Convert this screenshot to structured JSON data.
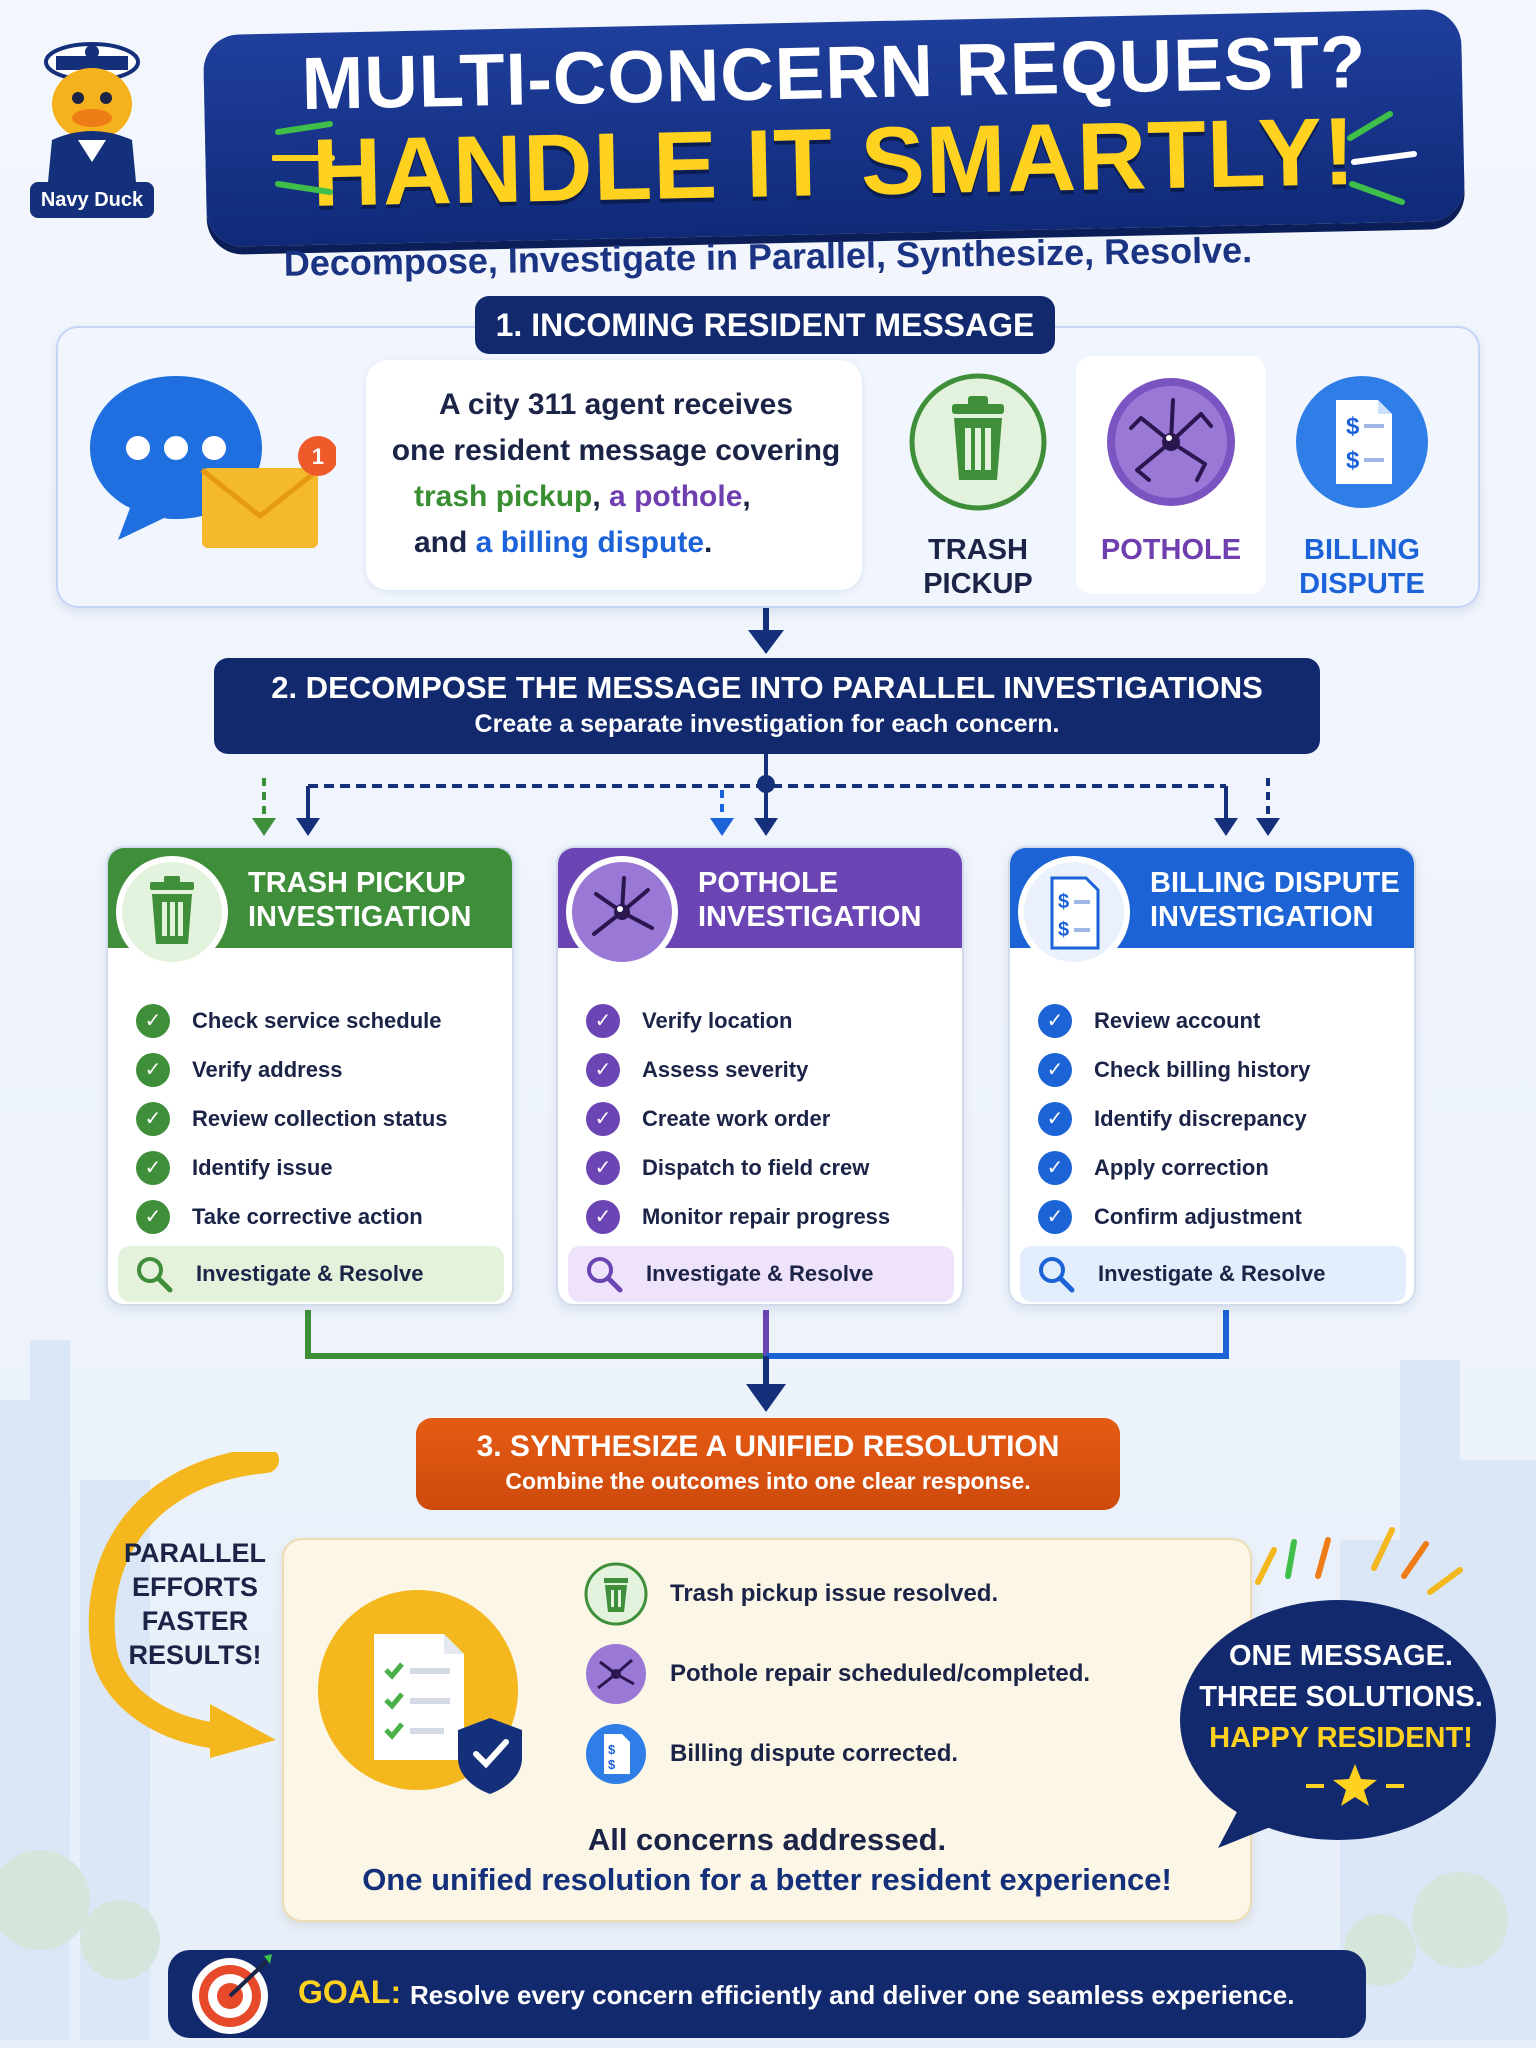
{
  "mascot": {
    "label": "Navy Duck"
  },
  "banner": {
    "title_line1": "MULTI-CONCERN REQUEST?",
    "title_line2": "HANDLE IT SMARTLY!"
  },
  "subtitle": "Decompose, Investigate in Parallel, Synthesize, Resolve.",
  "section1": {
    "header": "1. INCOMING RESIDENT MESSAGE",
    "message": {
      "line1": "A city 311 agent receives",
      "line2": "one resident message covering",
      "trash": "trash pickup",
      "sep1": ", ",
      "pothole": "a pothole",
      "sep2": ",",
      "and": "and ",
      "billing": "a billing dispute",
      "end": "."
    },
    "concerns": [
      {
        "label_line1": "TRASH",
        "label_line2": "PICKUP",
        "color": "#1b2447"
      },
      {
        "label_line1": "POTHOLE",
        "label_line2": "",
        "color": "#6f3fb0"
      },
      {
        "label_line1": "BILLING",
        "label_line2": "DISPUTE",
        "color": "#1c62d8"
      }
    ],
    "notification_count": "1"
  },
  "section2": {
    "header": "2. DECOMPOSE THE MESSAGE INTO PARALLEL INVESTIGATIONS",
    "subheader": "Create a separate investigation for each concern."
  },
  "investigations": [
    {
      "title_line1": "TRASH PICKUP",
      "title_line2": "INVESTIGATION",
      "color": "#3f8f3a",
      "steps": [
        "Check service schedule",
        "Verify address",
        "Review collection status",
        "Identify issue",
        "Take corrective action"
      ],
      "action": "Investigate & Resolve"
    },
    {
      "title_line1": "POTHOLE",
      "title_line2": "INVESTIGATION",
      "color": "#6b45b4",
      "steps": [
        "Verify location",
        "Assess severity",
        "Create work order",
        "Dispatch to field crew",
        "Monitor repair progress"
      ],
      "action": "Investigate & Resolve"
    },
    {
      "title_line1": "BILLING DISPUTE",
      "title_line2": "INVESTIGATION",
      "color": "#1c64d6",
      "steps": [
        "Review account",
        "Check billing history",
        "Identify discrepancy",
        "Apply correction",
        "Confirm adjustment"
      ],
      "action": "Investigate & Resolve"
    }
  ],
  "section3": {
    "header": "3. SYNTHESIZE A UNIFIED RESOLUTION",
    "subheader": "Combine the outcomes into one clear response.",
    "outcomes": [
      "Trash pickup issue resolved.",
      "Pothole repair scheduled/completed.",
      "Billing dispute corrected."
    ],
    "summary_line1": "All concerns addressed.",
    "summary_line2": "One unified resolution for a better resident experience!"
  },
  "side_note": {
    "line1": "PARALLEL",
    "line2": "EFFORTS",
    "line3": "FASTER",
    "line4": "RESULTS!"
  },
  "bubble": {
    "line1": "ONE MESSAGE.",
    "line2": "THREE SOLUTIONS.",
    "line3": "HAPPY RESIDENT!"
  },
  "goal": {
    "label": "GOAL:",
    "text": "Resolve every concern efficiently and deliver one seamless experience."
  }
}
